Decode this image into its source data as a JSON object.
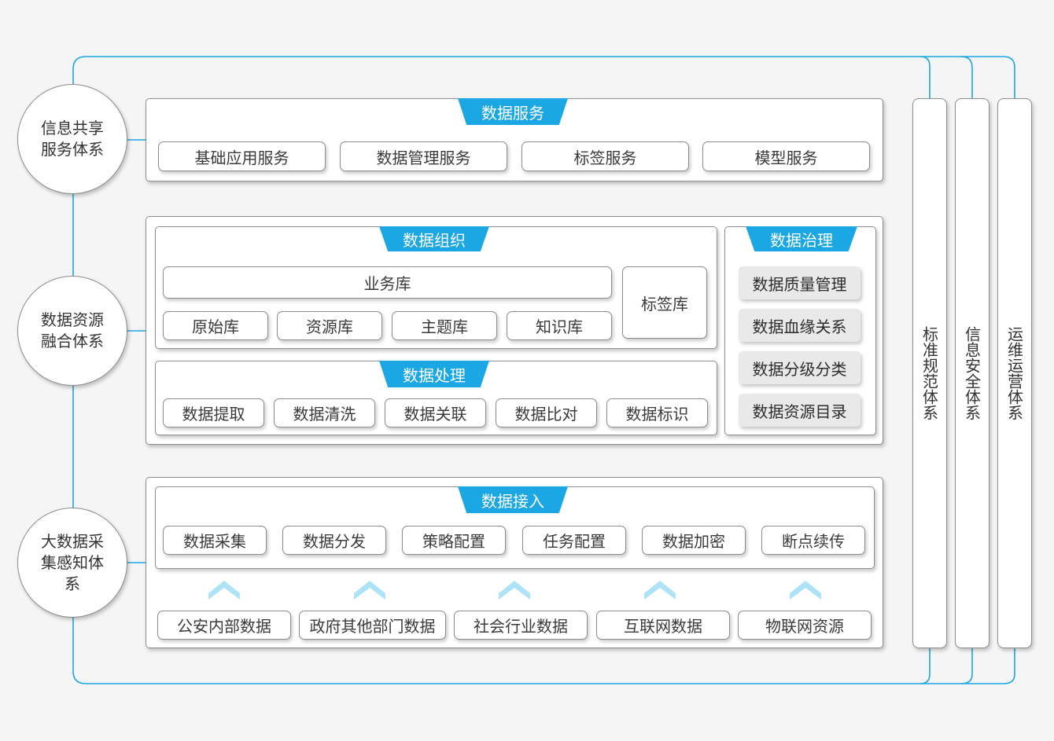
{
  "colors": {
    "accent": "#1ba7e3",
    "chevron": "#aee3f7"
  },
  "left_circles": [
    {
      "label": "信息共享服务体系"
    },
    {
      "label": "数据资源融合体系"
    },
    {
      "label": "大数据采集感知体系"
    }
  ],
  "right_columns": [
    {
      "label": "标准规范体系"
    },
    {
      "label": "信息安全体系"
    },
    {
      "label": "运维运营体系"
    }
  ],
  "data_service": {
    "title": "数据服务",
    "items": [
      "基础应用服务",
      "数据管理服务",
      "标签服务",
      "模型服务"
    ]
  },
  "data_org": {
    "title": "数据组织",
    "business_db": "业务库",
    "tag_db": "标签库",
    "dbs": [
      "原始库",
      "资源库",
      "主题库",
      "知识库"
    ]
  },
  "data_processing": {
    "title": "数据处理",
    "items": [
      "数据提取",
      "数据清洗",
      "数据关联",
      "数据比对",
      "数据标识"
    ]
  },
  "data_governance": {
    "title": "数据治理",
    "items": [
      "数据质量管理",
      "数据血缘关系",
      "数据分级分类",
      "数据资源目录"
    ]
  },
  "data_access": {
    "title": "数据接入",
    "items": [
      "数据采集",
      "数据分发",
      "策略配置",
      "任务配置",
      "数据加密",
      "断点续传"
    ]
  },
  "sources": [
    "公安内部数据",
    "政府其他部门数据",
    "社会行业数据",
    "互联网数据",
    "物联网资源"
  ]
}
